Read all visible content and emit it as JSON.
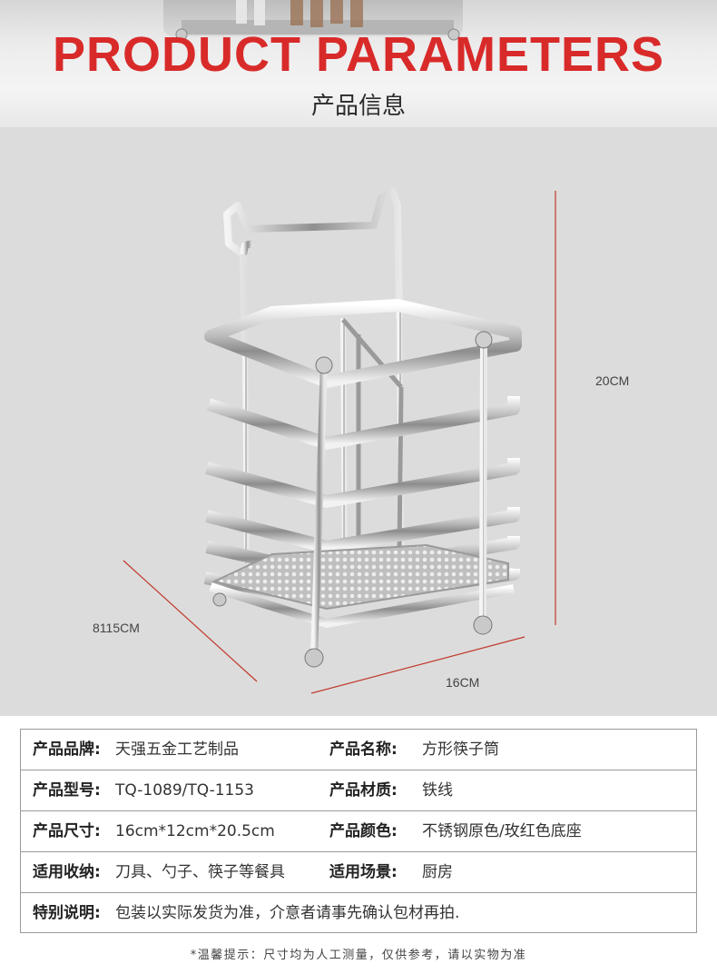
{
  "header": {
    "title": "PRODUCT PARAMETERS",
    "subtitle": "产品信息"
  },
  "dimensions": {
    "height": "20CM",
    "depth": "8115CM",
    "width": "16CM"
  },
  "specs": [
    {
      "label1": "产品品牌:",
      "value1": "天强五金工艺制品",
      "label2": "产品名称:",
      "value2": "方形筷子筒"
    },
    {
      "label1": "产品型号:",
      "value1": "TQ-1089/TQ-1153",
      "label2": "产品材质:",
      "value2": "铁线"
    },
    {
      "label1": "产品尺寸:",
      "value1": "16cm*12cm*20.5cm",
      "label2": "产品颜色:",
      "value2": "不锈钢原色/玫红色底座"
    },
    {
      "label1": "适用收纳:",
      "value1": "刀具、勺子、筷子等餐具",
      "label2": "适用场景:",
      "value2": "厨房"
    }
  ],
  "special": {
    "label": "特别说明:",
    "value": "包装以实际发货为准，介意者请事先确认包材再拍."
  },
  "footer": "*温馨提示：尺寸均为人工测量，仅供参考，请以实物为准",
  "colors": {
    "accent": "#d92a2a",
    "dimension_line": "#c0392b",
    "panel_bg": "#dcdcdc",
    "border": "#9a9a9a"
  }
}
